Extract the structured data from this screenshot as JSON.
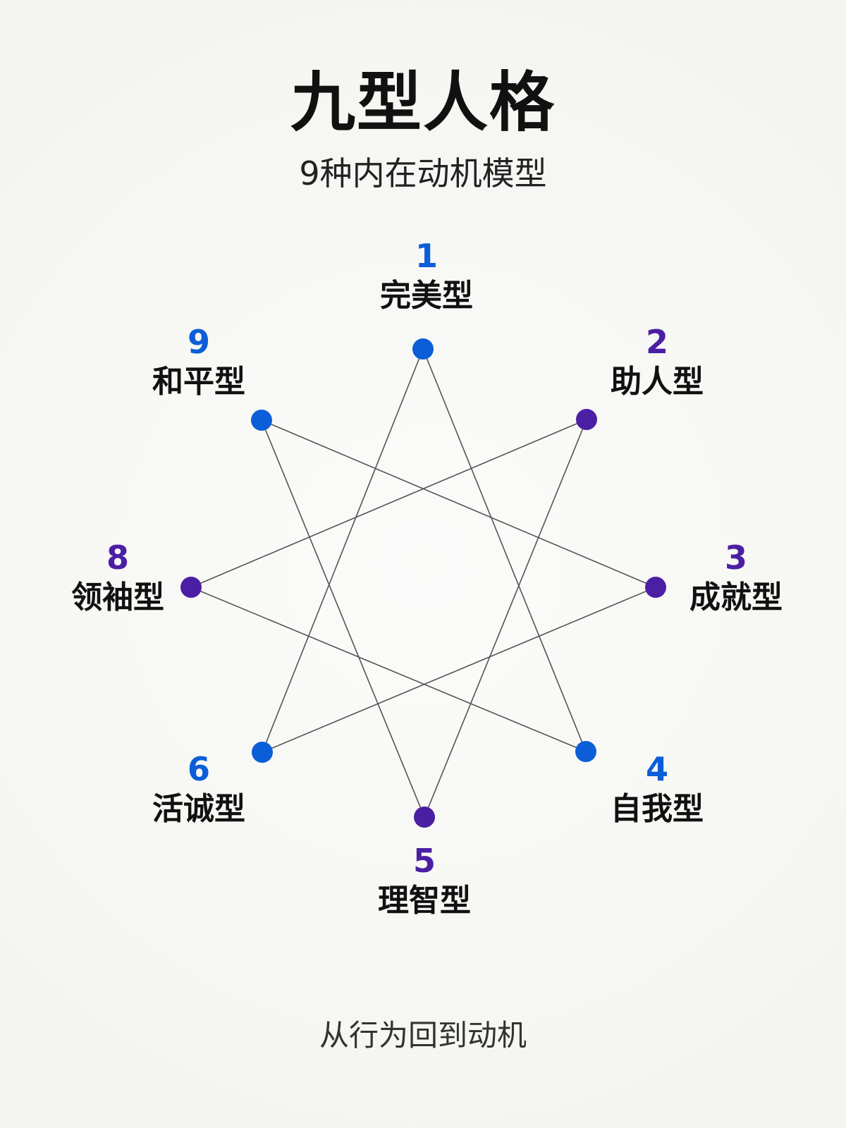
{
  "header": {
    "title": "九型人格",
    "subtitle": "9种内在动机模型"
  },
  "footer": {
    "text": "从行为回到动机"
  },
  "colors": {
    "blue": "#0b5ed7",
    "purple": "#4b1fa3",
    "line": "#555555"
  },
  "types": [
    {
      "id": 1,
      "num": "1",
      "name": "完美型",
      "color": "#0b5ed7"
    },
    {
      "id": 2,
      "num": "2",
      "name": "助人型",
      "color": "#4b1fa3"
    },
    {
      "id": 3,
      "num": "3",
      "name": "成就型",
      "color": "#4b1fa3"
    },
    {
      "id": 4,
      "num": "4",
      "name": "自我型",
      "color": "#0b5ed7"
    },
    {
      "id": 5,
      "num": "5",
      "name": "理智型",
      "color": "#4b1fa3"
    },
    {
      "id": 6,
      "num": "6",
      "name": "活诚型",
      "color": "#0b5ed7"
    },
    {
      "id": 8,
      "num": "8",
      "name": "领袖型",
      "color": "#4b1fa3"
    },
    {
      "id": 9,
      "num": "9",
      "name": "和平型",
      "color": "#0b5ed7"
    }
  ],
  "connections": [
    [
      1,
      4
    ],
    [
      1,
      6
    ],
    [
      2,
      5
    ],
    [
      2,
      8
    ],
    [
      3,
      6
    ],
    [
      3,
      9
    ],
    [
      4,
      8
    ],
    [
      5,
      9
    ]
  ]
}
